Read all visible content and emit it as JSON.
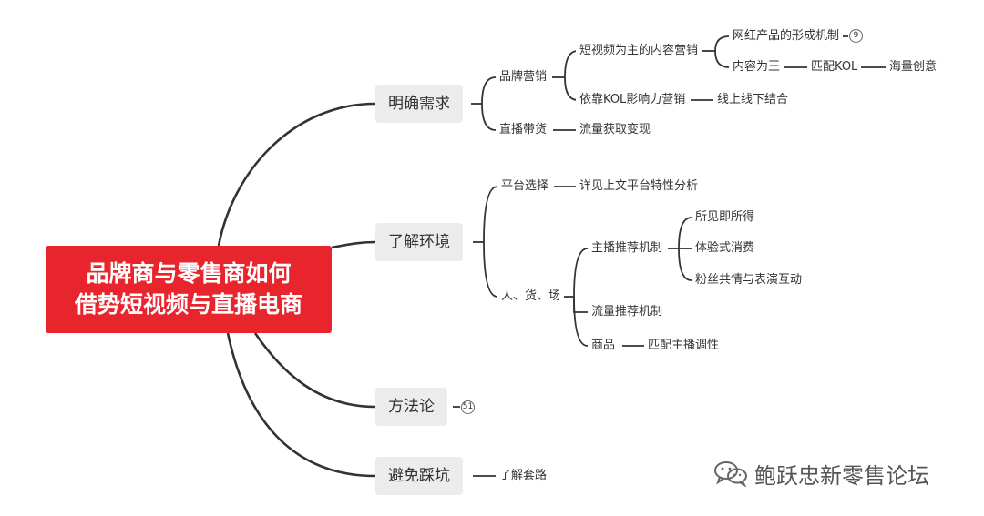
{
  "root": {
    "line1": "品牌商与零售商如何",
    "line2": "借势短视频与直播电商"
  },
  "branches": {
    "demand": {
      "label": "明确需求",
      "brand_marketing": {
        "label": "品牌营销",
        "short_video": {
          "label": "短视频为主的内容营销",
          "product_mechanism": {
            "label": "网红产品的形成机制",
            "badge": "9"
          },
          "content_king": {
            "label": "内容为王",
            "match_kol": "匹配KOL",
            "creativity": "海量创意"
          }
        },
        "kol": {
          "label": "依靠KOL影响力营销",
          "online_offline": "线上线下结合"
        }
      },
      "live_selling": {
        "label": "直播带货",
        "traffic": "流量获取变现"
      }
    },
    "environment": {
      "label": "了解环境",
      "platform": {
        "label": "平台选择",
        "detail": "详见上文平台特性分析"
      },
      "people_goods_place": {
        "label": "人、货、场",
        "anchor_mechanism": {
          "label": "主播推荐机制",
          "items": [
            "所见即所得",
            "体验式消费",
            "粉丝共情与表演互动"
          ]
        },
        "traffic_mechanism": {
          "label": "流量推荐机制"
        },
        "goods": {
          "label": "商品",
          "match": "匹配主播调性"
        }
      }
    },
    "methodology": {
      "label": "方法论",
      "badge": "51"
    },
    "avoid": {
      "label": "避免踩坑",
      "child": "了解套路"
    }
  },
  "watermark": {
    "text": "鲍跃忠新零售论坛",
    "icon": "wechat-icon"
  },
  "colors": {
    "root": "#e8242c",
    "l1_bg": "#ececec",
    "line": "#333333",
    "text": "#333333"
  }
}
